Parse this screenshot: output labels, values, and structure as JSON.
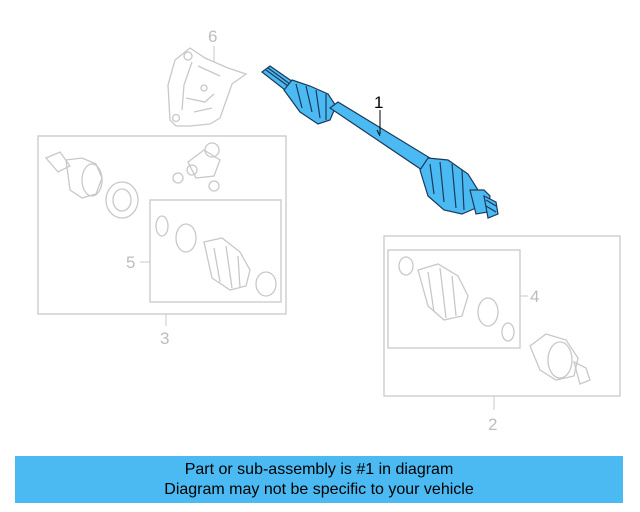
{
  "diagram": {
    "callouts": {
      "c1": "1",
      "c2": "2",
      "c3": "3",
      "c4": "4",
      "c5": "5",
      "c6": "6"
    },
    "colors": {
      "highlight_fill": "#4bbaf2",
      "highlight_stroke": "#1a3a5a",
      "ghost_stroke": "#c8c8c8",
      "ghost_text": "#bdbdbd",
      "label_text": "#000000"
    }
  },
  "banner": {
    "line1": "Part or sub-assembly is #1 in diagram",
    "line2": "Diagram may not be specific to your vehicle"
  }
}
